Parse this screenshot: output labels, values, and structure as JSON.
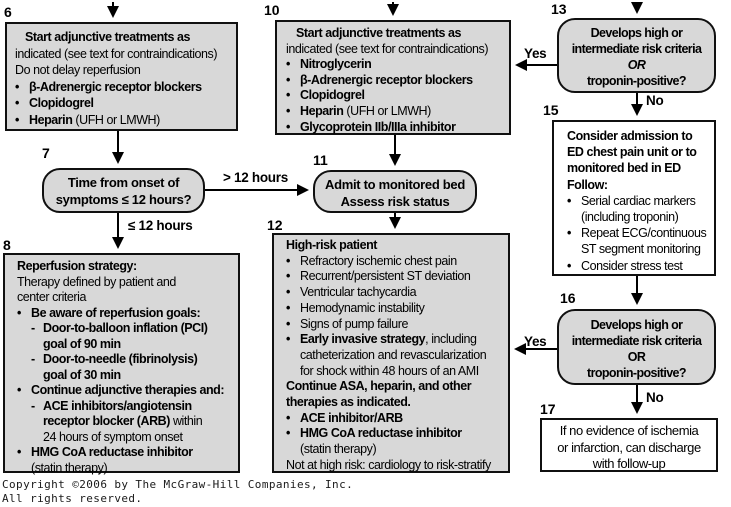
{
  "colors": {
    "box_fill": "#d8d8d8",
    "box_border": "#101010",
    "white_fill": "#ffffff",
    "arrow": "#000000"
  },
  "edges": {
    "yes13": "Yes",
    "no13": "No",
    "yes16": "Yes",
    "no16": "No",
    "gt12": "> 12 hours",
    "le12": "≤ 12 hours"
  },
  "footer": {
    "line1": "Copyright ©2006 by The McGraw-Hill Companies, Inc.",
    "line2": "All rights reserved."
  },
  "boxes": {
    "b6": {
      "num": "6",
      "lines": [
        [
          3,
          [
            [
              "Start adjunctive treatments as",
              "b"
            ]
          ]
        ],
        [
          0,
          [
            [
              "indicated (see text for contraindications)",
              "r"
            ]
          ]
        ],
        [
          0,
          [
            [
              "Do not delay reperfusion",
              "r"
            ]
          ]
        ],
        [
          0,
          [
            [
              "•",
              "m"
            ],
            [
              "β-Adrenergic receptor blockers",
              "b"
            ]
          ]
        ],
        [
          0,
          [
            [
              "•",
              "m"
            ],
            [
              "Clopidogrel",
              "b"
            ]
          ]
        ],
        [
          0,
          [
            [
              "•",
              "m"
            ],
            [
              "Heparin",
              "b"
            ],
            [
              " (UFH or LMWH)",
              "r"
            ]
          ]
        ]
      ]
    },
    "b7": {
      "num": "7",
      "lines": [
        [
          0,
          [
            [
              "Time from onset of",
              "b"
            ]
          ]
        ],
        [
          0,
          [
            [
              "symptoms ≤ 12 hours?",
              "b"
            ]
          ]
        ]
      ]
    },
    "b8": {
      "num": "8",
      "lines": [
        [
          0,
          [
            [
              "Reperfusion strategy:",
              "b"
            ]
          ]
        ],
        [
          0,
          [
            [
              "Therapy defined by patient and",
              "r"
            ]
          ]
        ],
        [
          0,
          [
            [
              "center criteria",
              "r"
            ]
          ]
        ],
        [
          0,
          [
            [
              "•",
              "m"
            ],
            [
              "Be aware of reperfusion goals:",
              "b"
            ]
          ]
        ],
        [
          1,
          [
            [
              "-",
              "m2"
            ],
            [
              "Door-to-balloon inflation (PCI)",
              "b"
            ]
          ]
        ],
        [
          2,
          [
            [
              "goal of 90 min",
              "b"
            ]
          ]
        ],
        [
          1,
          [
            [
              "-",
              "m2"
            ],
            [
              "Door-to-needle (fibrinolysis)",
              "b"
            ]
          ]
        ],
        [
          2,
          [
            [
              "goal of 30 min",
              "b"
            ]
          ]
        ],
        [
          0,
          [
            [
              "•",
              "m"
            ],
            [
              "Continue adjunctive therapies and:",
              "b"
            ]
          ]
        ],
        [
          1,
          [
            [
              "-",
              "m2"
            ],
            [
              "ACE inhibitors/angiotensin",
              "b"
            ]
          ]
        ],
        [
          2,
          [
            [
              "receptor blocker (ARB)",
              "b"
            ],
            [
              " within",
              "r"
            ]
          ]
        ],
        [
          2,
          [
            [
              "24 hours of symptom onset",
              "r"
            ]
          ]
        ],
        [
          0,
          [
            [
              "•",
              "m"
            ],
            [
              "HMG CoA reductase inhibitor",
              "b"
            ]
          ]
        ],
        [
          1,
          [
            [
              "(statin therapy)",
              "r"
            ]
          ]
        ]
      ]
    },
    "b10": {
      "num": "10",
      "lines": [
        [
          3,
          [
            [
              "Start adjunctive treatments as",
              "b"
            ]
          ]
        ],
        [
          0,
          [
            [
              "indicated (see text for contraindications)",
              "r"
            ]
          ]
        ],
        [
          0,
          [
            [
              "•",
              "m"
            ],
            [
              "Nitroglycerin",
              "b"
            ]
          ]
        ],
        [
          0,
          [
            [
              "•",
              "m"
            ],
            [
              "β-Adrenergic receptor blockers",
              "b"
            ]
          ]
        ],
        [
          0,
          [
            [
              "•",
              "m"
            ],
            [
              "Clopidogrel",
              "b"
            ]
          ]
        ],
        [
          0,
          [
            [
              "•",
              "m"
            ],
            [
              "Heparin",
              "b"
            ],
            [
              " (UFH or LMWH)",
              "r"
            ]
          ]
        ],
        [
          0,
          [
            [
              "•",
              "m"
            ],
            [
              "Glycoprotein IIb/IIIa inhibitor",
              "b"
            ]
          ]
        ]
      ]
    },
    "b11": {
      "num": "11",
      "lines": [
        [
          0,
          [
            [
              "Admit to monitored bed",
              "b"
            ]
          ]
        ],
        [
          0,
          [
            [
              "Assess risk status",
              "b"
            ]
          ]
        ]
      ]
    },
    "b12": {
      "num": "12",
      "lines": [
        [
          0,
          [
            [
              "High-risk patient",
              "b"
            ]
          ]
        ],
        [
          0,
          [
            [
              "•",
              "m"
            ],
            [
              "Refractory ischemic chest pain",
              "r"
            ]
          ]
        ],
        [
          0,
          [
            [
              "•",
              "m"
            ],
            [
              "Recurrent/persistent ST deviation",
              "r"
            ]
          ]
        ],
        [
          0,
          [
            [
              "•",
              "m"
            ],
            [
              "Ventricular tachycardia",
              "r"
            ]
          ]
        ],
        [
          0,
          [
            [
              "•",
              "m"
            ],
            [
              "Hemodynamic instability",
              "r"
            ]
          ]
        ],
        [
          0,
          [
            [
              "•",
              "m"
            ],
            [
              "Signs of pump failure",
              "r"
            ]
          ]
        ],
        [
          0,
          [
            [
              "•",
              "m"
            ],
            [
              "Early invasive strategy",
              "b"
            ],
            [
              ", including",
              "r"
            ]
          ]
        ],
        [
          1,
          [
            [
              "catheterization and revascularization",
              "r"
            ]
          ]
        ],
        [
          1,
          [
            [
              "for shock within 48 hours of an AMI",
              "r"
            ]
          ]
        ],
        [
          0,
          [
            [
              "Continue ASA, heparin, and other",
              "b"
            ]
          ]
        ],
        [
          0,
          [
            [
              "therapies as indicated.",
              "b"
            ]
          ]
        ],
        [
          0,
          [
            [
              "•",
              "m"
            ],
            [
              "ACE inhibitor/ARB",
              "b"
            ]
          ]
        ],
        [
          0,
          [
            [
              "•",
              "m"
            ],
            [
              "HMG CoA reductase inhibitor",
              "b"
            ]
          ]
        ],
        [
          1,
          [
            [
              "(statin therapy)",
              "r"
            ]
          ]
        ],
        [
          0,
          [
            [
              "Not at high risk: cardiology to risk-stratify",
              "r"
            ]
          ]
        ]
      ]
    },
    "b13": {
      "num": "13",
      "lines": [
        [
          0,
          [
            [
              "Develops high or",
              "b"
            ]
          ]
        ],
        [
          0,
          [
            [
              "intermediate risk criteria",
              "b"
            ]
          ]
        ],
        [
          0,
          [
            [
              "OR",
              "bi"
            ]
          ]
        ],
        [
          0,
          [
            [
              "troponin-positive?",
              "b"
            ]
          ]
        ]
      ]
    },
    "b15": {
      "num": "15",
      "lines": [
        [
          0,
          [
            [
              "Consider admission to",
              "b"
            ]
          ]
        ],
        [
          0,
          [
            [
              "ED chest pain unit or to",
              "b"
            ]
          ]
        ],
        [
          0,
          [
            [
              "monitored bed in ED",
              "b"
            ]
          ]
        ],
        [
          0,
          [
            [
              "Follow:",
              "b"
            ]
          ]
        ],
        [
          0,
          [
            [
              "•",
              "m"
            ],
            [
              "Serial cardiac markers",
              "r"
            ]
          ]
        ],
        [
          1,
          [
            [
              "(including troponin)",
              "r"
            ]
          ]
        ],
        [
          0,
          [
            [
              "•",
              "m"
            ],
            [
              "Repeat ECG/continuous",
              "r"
            ]
          ]
        ],
        [
          1,
          [
            [
              "ST segment monitoring",
              "r"
            ]
          ]
        ],
        [
          0,
          [
            [
              "•",
              "m"
            ],
            [
              "Consider stress test",
              "r"
            ]
          ]
        ]
      ]
    },
    "b16": {
      "num": "16",
      "lines": [
        [
          0,
          [
            [
              "Develops high or",
              "b"
            ]
          ]
        ],
        [
          0,
          [
            [
              "intermediate risk criteria",
              "b"
            ]
          ]
        ],
        [
          0,
          [
            [
              "OR",
              "b"
            ]
          ]
        ],
        [
          0,
          [
            [
              "troponin-positive?",
              "b"
            ]
          ]
        ]
      ]
    },
    "b17": {
      "num": "17",
      "lines": [
        [
          0,
          [
            [
              "If no evidence of ischemia",
              "r"
            ]
          ]
        ],
        [
          0,
          [
            [
              "or infarction, can discharge",
              "r"
            ]
          ]
        ],
        [
          0,
          [
            [
              "with follow-up",
              "r"
            ]
          ]
        ]
      ]
    }
  }
}
